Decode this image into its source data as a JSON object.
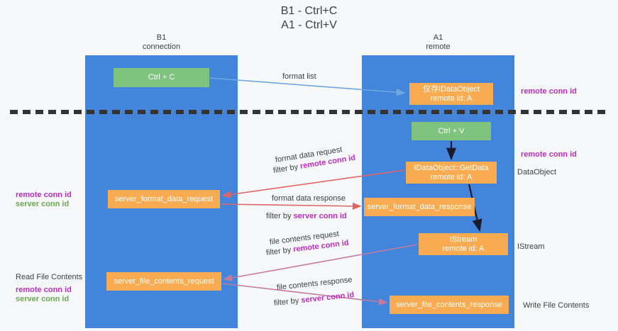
{
  "title": {
    "line1": "B1 - Ctrl+C",
    "line2": "A1 - Ctrl+V"
  },
  "lanes": [
    {
      "name": "B1",
      "sublabel": "connection",
      "color": "#4285db"
    },
    {
      "name": "A1",
      "sublabel": "remote",
      "color": "#4285db"
    }
  ],
  "nodes": {
    "ctrl_c": {
      "line1": "Ctrl + C",
      "color": "#7ec37e"
    },
    "idataobject": {
      "line1": "仅存IDataObject",
      "line2": "remote id: A",
      "color": "#f9ab51"
    },
    "ctrl_v": {
      "line1": "Ctrl + V",
      "color": "#7ec37e"
    },
    "getdata": {
      "line1": "IDataObject::GetData",
      "line2": "remote id: A",
      "color": "#f9ab51"
    },
    "server_format_data_request": {
      "line1": "server_format_data_request",
      "color": "#f9ab51"
    },
    "server_format_data_response": {
      "line1": "server_format_data_response",
      "color": "#f9ab51"
    },
    "istream": {
      "line1": "IStream",
      "line2": "remote id: A",
      "color": "#f9ab51"
    },
    "server_file_contents_request": {
      "line1": "server_file_contents_request",
      "color": "#f9ab51"
    },
    "server_file_contents_response": {
      "line1": "server_file_contents_response",
      "color": "#f9ab51"
    }
  },
  "edge_labels": {
    "format_list": "format list",
    "format_data_request": "format data request",
    "format_data_request_filter_prefix": "filter by ",
    "format_data_request_filter_key": "remote conn id",
    "format_data_response": "format data response",
    "format_data_response_filter_prefix": "filter by ",
    "format_data_response_filter_key": "server conn id",
    "file_contents_request": "file contents request",
    "file_contents_request_filter_prefix": "filter by ",
    "file_contents_request_filter_key": "remote conn id",
    "file_contents_response": "file contents response",
    "file_contents_response_filter_prefix": "filter by ",
    "file_contents_response_filter_key": "server conn id"
  },
  "left_annotations": {
    "remote_conn_id_1": "remote conn id",
    "server_conn_id_1": "server conn id",
    "read_file_contents": "Read File Contents",
    "remote_conn_id_2": "remote conn id",
    "server_conn_id_2": "server conn id"
  },
  "right_annotations": {
    "remote_conn_id_1": "remote conn id",
    "remote_conn_id_2": "remote conn id",
    "dataobject": "DataObject",
    "istream": "IStream",
    "write_file_contents": "Write File Contents"
  },
  "colors": {
    "lane": "#4285db",
    "green_node": "#7ec37e",
    "orange_node": "#f9ab51",
    "remote_conn_id": "#c02ac0",
    "server_conn_id": "#6aa84f",
    "arrow_blue": "#6fa8dc",
    "arrow_red": "#e06666",
    "arrow_purple": "#c27ba0",
    "arrow_black": "#1a1a2e",
    "background": "#f7f8fa"
  }
}
